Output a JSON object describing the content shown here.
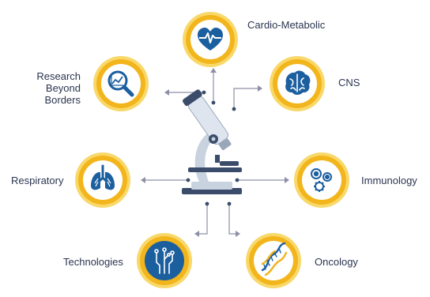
{
  "diagram": {
    "nodes": [
      {
        "id": "cardio",
        "label": "Cardio-Metabolic",
        "icon": "heart-pulse-icon"
      },
      {
        "id": "cns",
        "label": "CNS",
        "icon": "brain-icon"
      },
      {
        "id": "research",
        "label": "Research Beyond Borders",
        "icon": "magnifier-chart-icon"
      },
      {
        "id": "respiratory",
        "label": "Respiratory",
        "icon": "lungs-icon"
      },
      {
        "id": "immunology",
        "label": "Immunology",
        "icon": "cells-icon"
      },
      {
        "id": "technologies",
        "label": "Technologies",
        "icon": "circuit-icon"
      },
      {
        "id": "oncology",
        "label": "Oncology",
        "icon": "dna-icon"
      }
    ],
    "center_icon": "microscope-icon",
    "colors": {
      "ring": "#f2b51c",
      "ring_outer": "#f9d86a",
      "disc": "#ffffff",
      "icon": "#1c5f9f",
      "text": "#2b3550",
      "connector": "#8d8fa6",
      "microscope_light": "#c9d3df",
      "microscope_dark": "#3b4c6b"
    }
  }
}
